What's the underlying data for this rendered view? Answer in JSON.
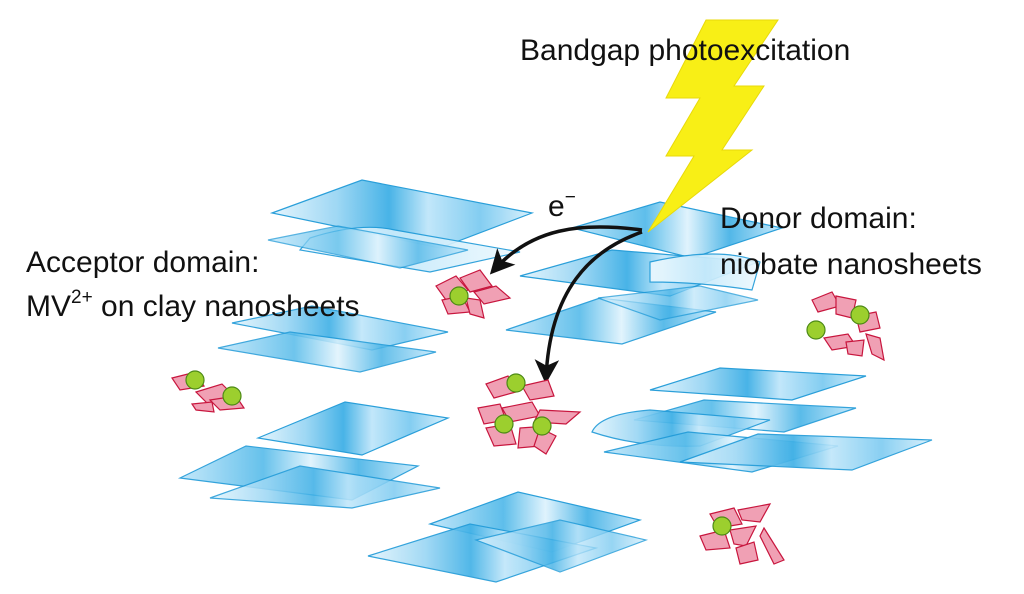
{
  "labels": {
    "photoexcitation": "Bandgap photoexcitation",
    "electron": "e",
    "electron_sign": "−",
    "donor_line1": "Donor domain:",
    "donor_line2": "niobate nanosheets",
    "acceptor_line1": "Acceptor domain:",
    "acceptor_mv": "MV",
    "acceptor_charge": "2+",
    "acceptor_rest": " on clay nanosheets"
  },
  "colors": {
    "sheet_edge": "#1f9ad8",
    "sheet_light": "#e2f4fd",
    "sheet_mid": "#8fd1f3",
    "sheet_dark": "#3fb0e6",
    "lightning": "#f8ef16",
    "clay_fill": "#f0a0b4",
    "clay_edge": "#c8163e",
    "viologen_fill": "#9ccf2e",
    "viologen_edge": "#4d8a16",
    "arrow": "#111111"
  },
  "icons": [
    "lightning-bolt-icon",
    "electron-transfer-arrow-icon",
    "methyl-viologen-molecule-icon",
    "clay-platelet-icon"
  ]
}
